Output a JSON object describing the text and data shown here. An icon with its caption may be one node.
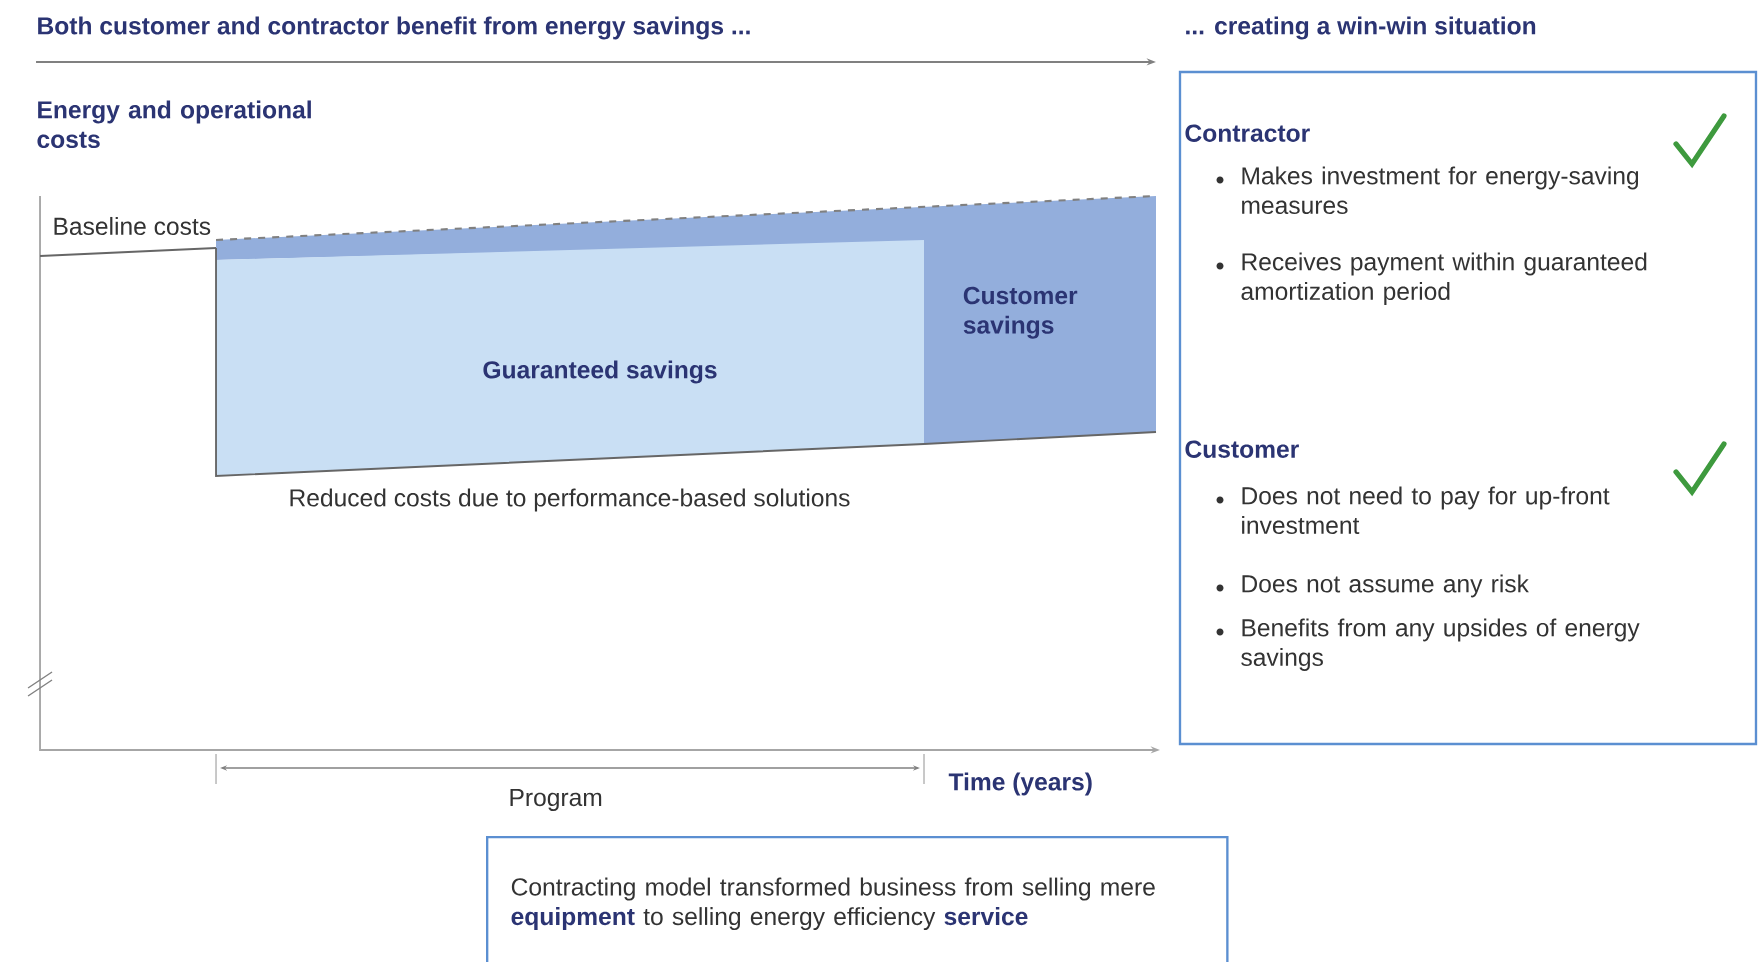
{
  "diagram": {
    "nodes": [
      {
        "text": [
          "Guaranteed savings"
        ]
      },
      {
        "text": [
          "Customer savings"
        ]
      },
      {
        "text": [
          "Contractor",
          "Makes investment for energy-saving measures",
          "Receives payment within guaranteed amortization period",
          "Customer",
          "Does not need to pay for up-front investment",
          "Does not assume any risk",
          "Benefits from any upsides of energy savings"
        ]
      },
      {
        "text": [
          "Contracting model transformed business from selling mere **equipment** to selling energy efficiency **service**"
        ]
      }
    ],
    "labels": [
      "Both customer and contractor benefit from energy savings ...",
      "... creating a win-win situation",
      "Energy and operational costs",
      "Baseline costs",
      "Reduced costs due to performance-based solutions",
      "Program",
      "Time (years)"
    ]
  }
}
